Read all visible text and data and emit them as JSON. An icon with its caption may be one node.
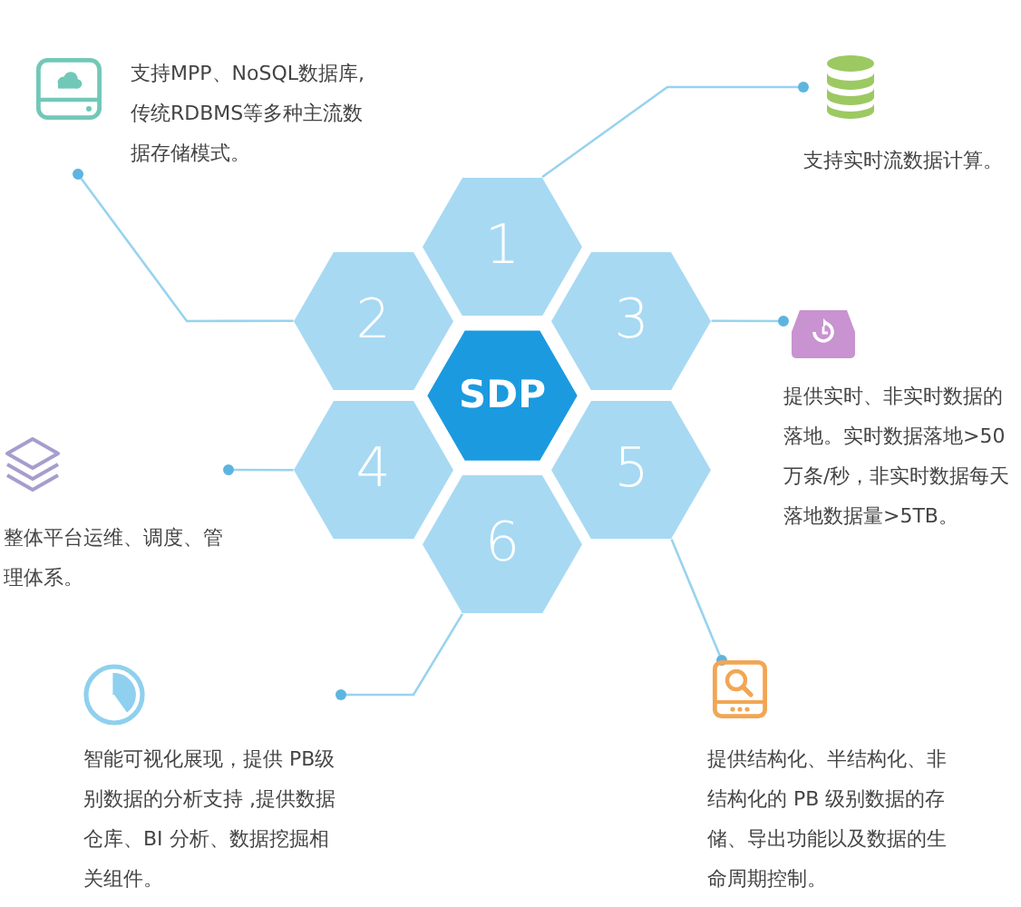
{
  "diagram": {
    "nodes": [
      {
        "text": [
          "支持MPP、NoSQL数据库,传统RDBMS等多种主流数据存储模式。"
        ]
      },
      {
        "text": [
          "支持实时流数据计算。"
        ]
      },
      {
        "text": [
          "1"
        ]
      },
      {
        "text": [
          "2"
        ]
      },
      {
        "text": [
          "SDP"
        ]
      },
      {
        "text": [
          "3"
        ]
      },
      {
        "text": [
          "提供实时、非实时数据的落地。实时数据落地>50万条/秒，非实时数据每天落地数据量>5TB。"
        ]
      },
      {
        "text": [
          "4"
        ]
      },
      {
        "text": [
          "5"
        ]
      },
      {
        "text": [
          "整体平台运维、调度、管理体系。"
        ]
      },
      {
        "text": [
          "6"
        ]
      },
      {
        "text": [
          "智能可视化展现，提供 PB级别数据的分析支持 ,提供数据仓库、BI 分析、数据挖掘相关组件。"
        ]
      },
      {
        "text": [
          "提供结构化、半结构化、非结构化的 PB 级别数据的存储、导出功能以及数据的生命周期控制。"
        ]
      }
    ],
    "edges": [
      {
        "from": 0,
        "to": 3,
        "arrow": "other"
      },
      {
        "from": 1,
        "to": 2,
        "arrow": "other"
      },
      {
        "from": 6,
        "to": 5,
        "arrow": "other"
      },
      {
        "from": 9,
        "to": 7,
        "arrow": "other"
      },
      {
        "from": 11,
        "to": 10,
        "arrow": "other"
      },
      {
        "from": 12,
        "to": 8,
        "arrow": "other"
      }
    ]
  }
}
